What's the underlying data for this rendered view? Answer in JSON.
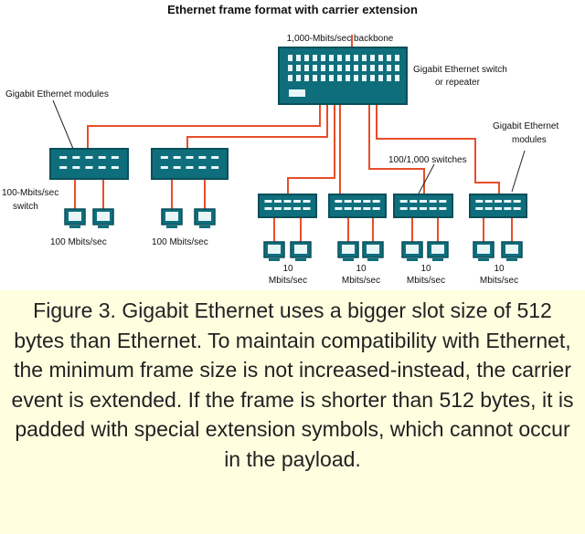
{
  "diagram": {
    "title": "Ethernet frame format with carrier extension",
    "labels": {
      "backbone": "1,000-Mbits/sec backbone",
      "main_switch_1": "Gigabit Ethernet switch",
      "main_switch_2": "or repeater",
      "modules_left": "Gigabit Ethernet modules",
      "modules_right_1": "Gigabit Ethernet",
      "modules_right_2": "modules",
      "switches_100_1000": "100/1,000 switches",
      "switch_100_1": "100-Mbits/sec",
      "switch_100_2": "switch",
      "pcs_100_a": "100 Mbits/sec",
      "pcs_100_b": "100 Mbits/sec",
      "pcs_10": [
        {
          "line1": "10",
          "line2": "Mbits/sec"
        },
        {
          "line1": "10",
          "line2": "Mbits/sec"
        },
        {
          "line1": "10",
          "line2": "Mbits/sec"
        },
        {
          "line1": "10",
          "line2": "Mbits/sec"
        }
      ]
    },
    "colors": {
      "device_fill": "#0f6e7c",
      "device_stroke": "#0a4f59",
      "link": "#e84e2a",
      "port": "#e8f6f8"
    }
  },
  "caption": "Figure 3. Gigabit Ethernet uses a bigger slot size of 512 bytes than Ethernet. To maintain compatibility with Ethernet, the minimum frame size is not increased-instead, the carrier event is extended. If the frame is shorter than 512 bytes, it is padded with special extension symbols, which cannot occur in the payload."
}
